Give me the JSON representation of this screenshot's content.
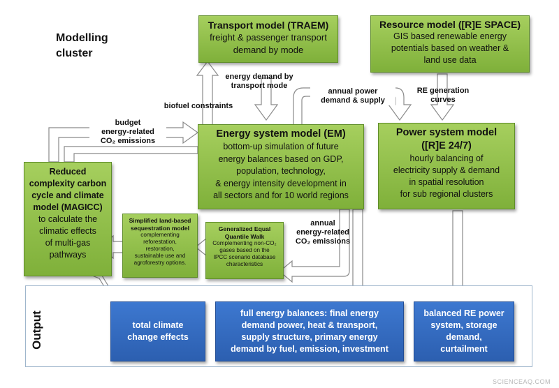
{
  "cluster_label": [
    "Modelling",
    "cluster"
  ],
  "output_label": "Output",
  "watermark": "SCIENCEAQ.COM",
  "boxes": {
    "traem": {
      "title": "Transport model (TRAEM)",
      "lines": [
        "freight & passenger transport",
        "demand by mode"
      ]
    },
    "respace": {
      "title": "Resource model ([R]E SPACE)",
      "lines": [
        "GIS based renewable energy",
        "potentials based on weather &",
        "land use data"
      ]
    },
    "em": {
      "title": "Energy system model (EM)",
      "lines": [
        "bottom-up simulation of future",
        "energy balances based on GDP,",
        "population, technology,",
        "& energy intensity development in",
        "all sectors and for 10 world regions"
      ]
    },
    "power": {
      "title": [
        "Power system model",
        "([R]E 24/7)"
      ],
      "lines": [
        "hourly balancing of",
        "electricity supply & demand",
        "in spatial resolution",
        "for sub regional clusters"
      ]
    },
    "magicc": {
      "title": [
        "Reduced",
        "complexity carbon",
        "cycle and climate",
        "model (MAGICC)"
      ],
      "lines": [
        "to calculate the",
        "climatic effects",
        "of multi-gas",
        "pathways"
      ]
    },
    "land": {
      "title": [
        "Simplified land-based",
        "sequestration model"
      ],
      "lines": [
        "complementing",
        "reforestation,",
        "restoration,",
        "sustainable use and",
        "agroforestry options."
      ]
    },
    "geqw": {
      "title": [
        "Generalized Equal",
        "Quantile Walk"
      ],
      "lines": [
        "Complementing non-CO₂",
        "gases based on the",
        "IPCC scenario database",
        "characteristics"
      ]
    }
  },
  "outputs": {
    "climate": [
      "total climate",
      "change effects"
    ],
    "energy": [
      "full energy balances: final energy",
      "demand power, heat & transport,",
      "supply structure, primary energy",
      "demand by fuel, emission, investment"
    ],
    "re": [
      "balanced RE power",
      "system, storage",
      "demand,",
      "curtailment"
    ]
  },
  "labels": {
    "energy_demand": [
      "energy demand by",
      "transport mode"
    ],
    "biofuel": "biofuel constraints",
    "annual_power": [
      "annual power",
      "demand & supply"
    ],
    "re_generation": [
      "RE generation",
      "curves"
    ],
    "budget": [
      "budget",
      "energy-related",
      "CO₂ emissions"
    ],
    "annual_co2": [
      "annual",
      "energy-related",
      "CO₂ emissions"
    ]
  },
  "colors": {
    "green": "#8dbf45",
    "blue": "#2f66b8",
    "arrow_fill": "#ffffff",
    "arrow_stroke": "#8a8a8a"
  }
}
